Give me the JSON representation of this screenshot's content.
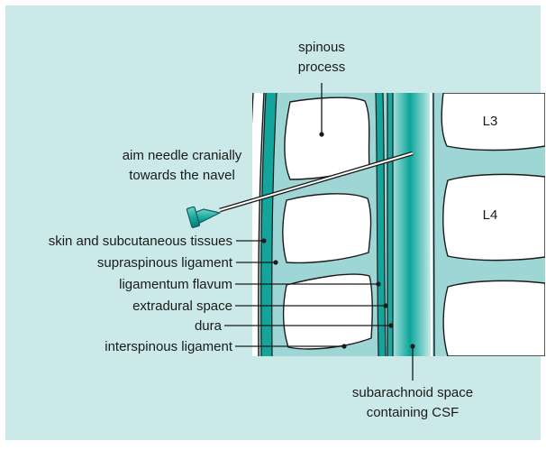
{
  "colors": {
    "background": "#cce9e9",
    "tissue": "#9ed6d5",
    "ligament_teal": "#13a59b",
    "dura_teal": "#1aa89f",
    "csf_center": "#0aa59a",
    "csf_edge": "#d6f1ef",
    "bone": "#ffffff",
    "outline": "#1a1a1a"
  },
  "labels": {
    "spinous_process": [
      "spinous",
      "process"
    ],
    "aim_needle": [
      "aim needle cranially",
      "towards the navel"
    ],
    "skin": "skin and subcutaneous tissues",
    "supraspinous": "supraspinous ligament",
    "ligamentum_flavum": "ligamentum flavum",
    "extradural": "extradural space",
    "dura": "dura",
    "interspinous": "interspinous ligament",
    "subarachnoid": [
      "subarachnoid space",
      "containing CSF"
    ],
    "vertebra_l3": "L3",
    "vertebra_l4": "L4"
  },
  "icons": {
    "needle": "spinal-needle-icon"
  }
}
